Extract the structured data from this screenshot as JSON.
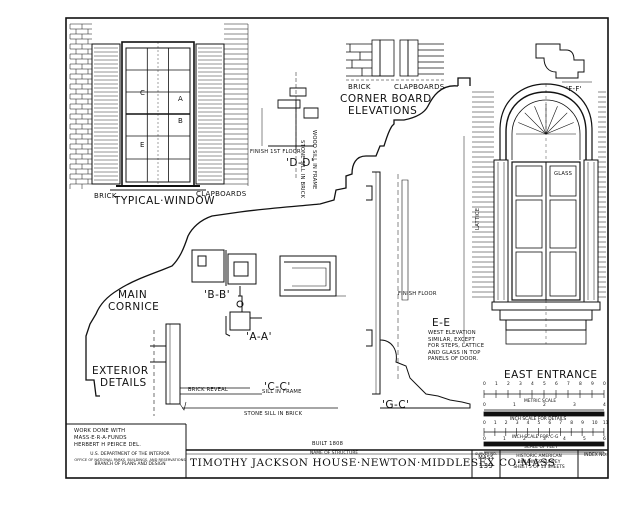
{
  "labels": {
    "typical_window": "TYPICAL·WINDOW",
    "brick_left": "BRICK",
    "clapboards_window": "CLAPBOARDS",
    "brick_corner": "BRICK",
    "clapboards_corner": "CLAPBOARDS",
    "corner_board_1": "CORNER BOARD",
    "corner_board_2": "ELEVATIONS",
    "finish_first_floor": "FINISH 1ST FLOOR",
    "dd": "'D-D'",
    "stone_sill_1": "STONE SILL IN BRICK",
    "stone_sill_2": "WOOD SILL IN FRAME",
    "ff": "'F-F'",
    "bb": "'B-B'",
    "aa": "'A-A'",
    "cc": "'C-C'",
    "gc": "'G-C'",
    "main_1": "MAIN",
    "main_2": "CORNICE",
    "exterior_1": "EXTERIOR",
    "exterior_2": "DETAILS",
    "brick_reveal": "BRICK REVEAL",
    "sill_in_frame": "SILL IN FRAME",
    "stone_sill_brick": "STONE SILL IN BRICK",
    "finish_floor": "FINISH FLOOR",
    "lattice": "LATTICE",
    "glass": "GLASS",
    "ee": "E-E",
    "west_elev": [
      "WEST ELEVATION",
      "SIMILAR, EXCEPT",
      "FOR STEPS, LATTICE",
      "AND GLASS IN TOP",
      "PANELS OF DOOR."
    ],
    "east_entrance": "EAST ENTRANCE",
    "metric_scale": "METRIC SCALE",
    "inch_scale_details": "INCH SCALE FOR DETAILS",
    "inch_scale_cg": "INCH SCALE FOR C-G",
    "scale_of_feet": "SCALE OF FEET",
    "work_done": [
      "WORK DONE WITH",
      "MASS·E·R·A·FUNDS",
      "HERBERT H PEIRCE DEL."
    ],
    "built": "BUILT 1808",
    "name_of_structure": "NAME OF STRUCTURE",
    "title": "TIMOTHY JACKSON HOUSE·NEWTON·MIDDLESEX CO·MASS",
    "dept": [
      "U.S. DEPARTMENT OF THE INTERIOR",
      "OFFICE OF NATIONAL PARKS, BUILDINGS, AND RESERVATIONS",
      "BRANCH OF PLANS AND DESIGN"
    ],
    "survey_no": [
      "SURVEY NO.",
      "MASS",
      "139"
    ],
    "habs": [
      "HISTORIC AMERICAN",
      "BUILDINGS SURVEY"
    ],
    "sheet": "SHEET 5 OF 13 SHEETS",
    "index": "INDEX NO."
  },
  "scales": {
    "metric_ticks": [
      "0",
      "1",
      "2",
      "3",
      "4",
      "5",
      "6",
      "7",
      "8",
      "9",
      "0"
    ],
    "metric_bottom": [
      "0",
      "1",
      "2",
      "3",
      "4"
    ],
    "inch_ticks": [
      "0",
      "1",
      "2",
      "3",
      "4",
      "5",
      "6",
      "7",
      "8",
      "9",
      "10",
      "11"
    ],
    "feet_ticks": [
      "0",
      "1",
      "2",
      "3",
      "4",
      "5",
      "6"
    ]
  },
  "window_letters": [
    "C",
    "A",
    "B",
    "E"
  ]
}
